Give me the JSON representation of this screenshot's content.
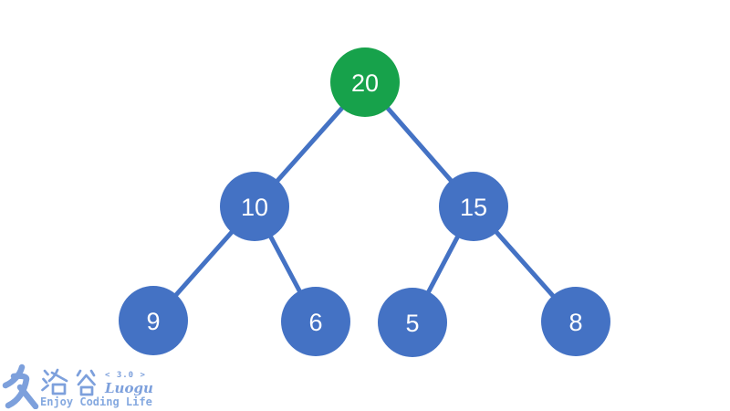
{
  "tree": {
    "description": "binary max-heap diagram",
    "nodes": [
      {
        "id": "n20",
        "value": "20",
        "fill": "#17a24b",
        "level": 1
      },
      {
        "id": "n10",
        "value": "10",
        "fill": "#4472c4",
        "level": 2
      },
      {
        "id": "n15",
        "value": "15",
        "fill": "#4472c4",
        "level": 2
      },
      {
        "id": "n9",
        "value": "9",
        "fill": "#4472c4",
        "level": 3
      },
      {
        "id": "n6",
        "value": "6",
        "fill": "#4472c4",
        "level": 3
      },
      {
        "id": "n5",
        "value": "5",
        "fill": "#4472c4",
        "level": 3
      },
      {
        "id": "n8",
        "value": "8",
        "fill": "#4472c4",
        "level": 3
      }
    ],
    "edges": [
      {
        "from": "20",
        "to": "10"
      },
      {
        "from": "20",
        "to": "15"
      },
      {
        "from": "10",
        "to": "9"
      },
      {
        "from": "10",
        "to": "6"
      },
      {
        "from": "15",
        "to": "5"
      },
      {
        "from": "15",
        "to": "8"
      }
    ],
    "edge_color": "#4472c4",
    "node_text_color": "#ffffff"
  },
  "watermark": {
    "logo_cn": "洛谷",
    "version": "< 3.0 >",
    "logo_en": "Luogu",
    "tagline": "Enjoy Coding Life",
    "color": "#7da0dc"
  }
}
